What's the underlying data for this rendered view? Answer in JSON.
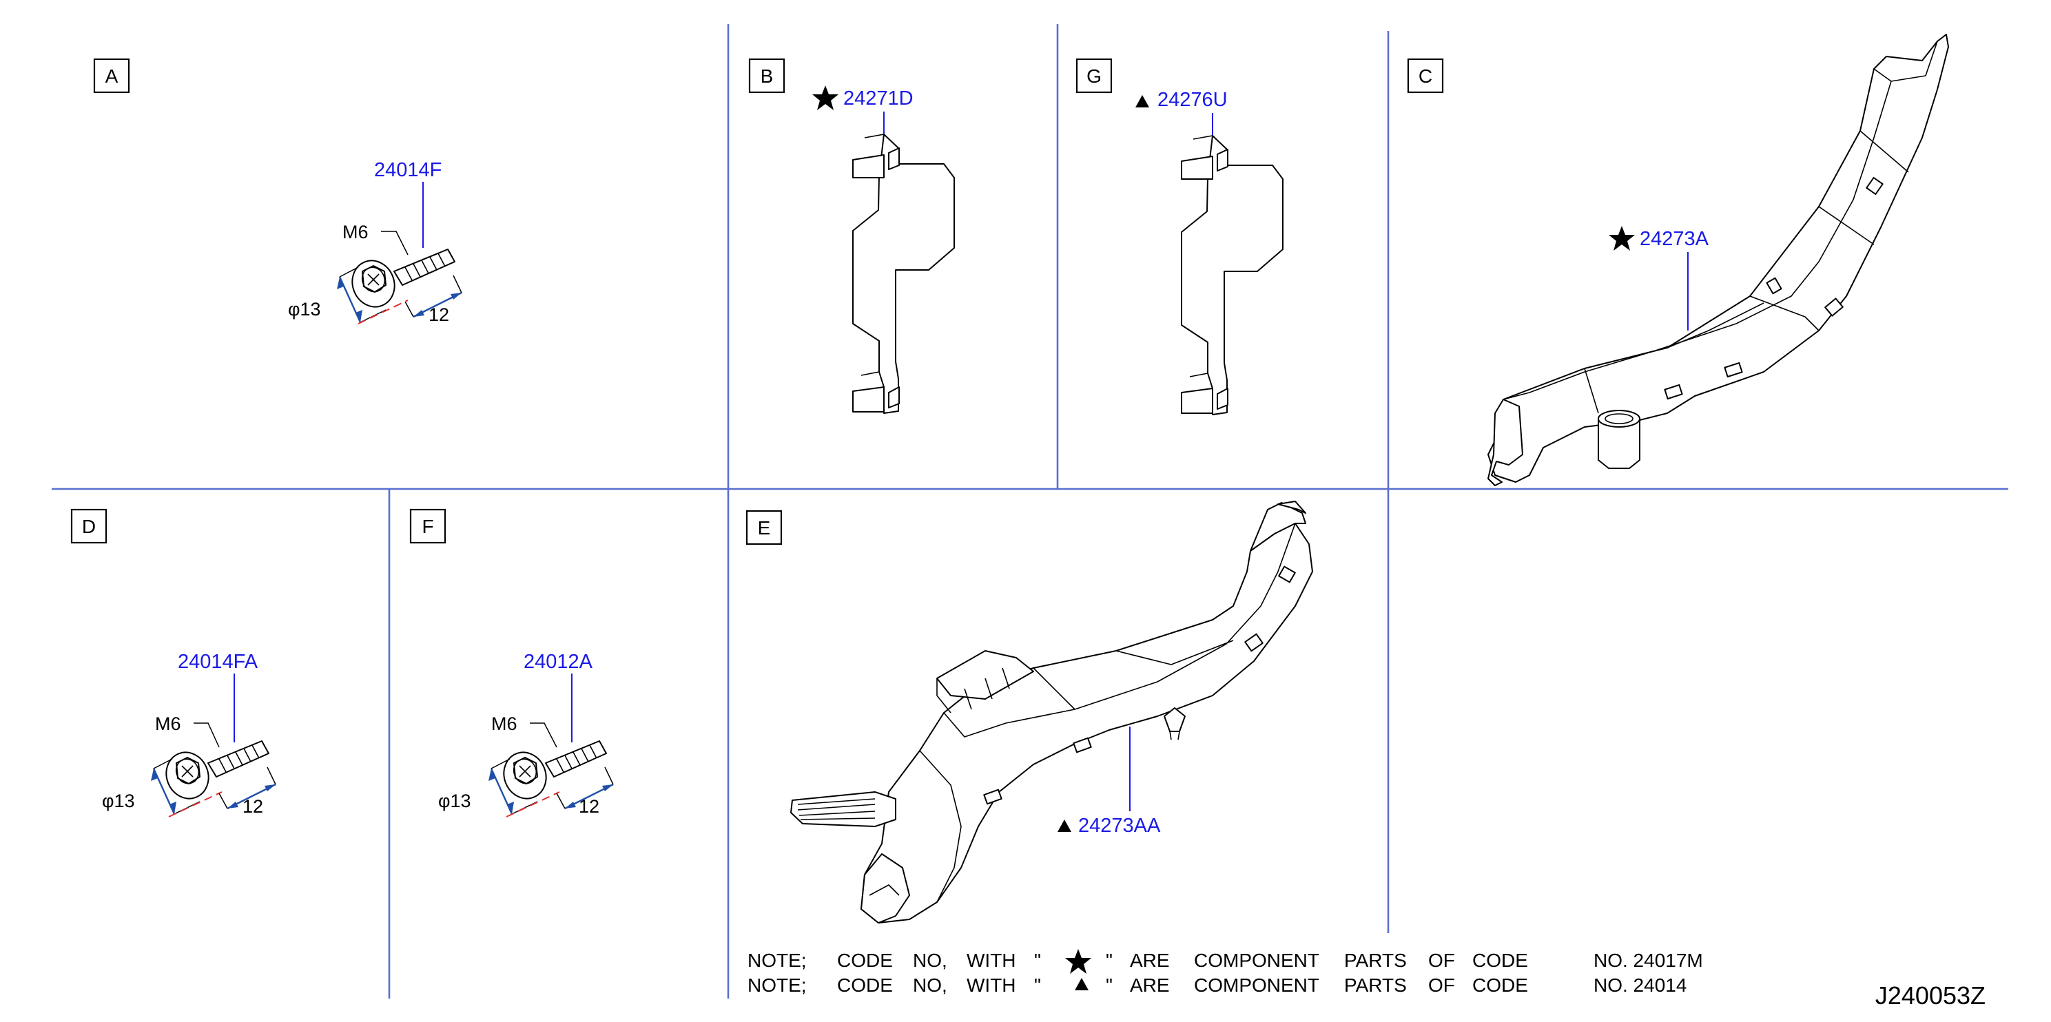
{
  "panels": {
    "a": {
      "letter": "A",
      "part_number": "24014F",
      "thread": "M6",
      "diameter": "φ13",
      "length": "12"
    },
    "b": {
      "letter": "B",
      "part_number": "24271D",
      "marker": "star-icon"
    },
    "g": {
      "letter": "G",
      "part_number": "24276U",
      "marker": "triangle-icon"
    },
    "c": {
      "letter": "C",
      "part_number": "24273A",
      "marker": "star-icon"
    },
    "d": {
      "letter": "D",
      "part_number": "24014FA",
      "thread": "M6",
      "diameter": "φ13",
      "length": "12"
    },
    "f": {
      "letter": "F",
      "part_number": "24012A",
      "thread": "M6",
      "diameter": "φ13",
      "length": "12"
    },
    "e": {
      "letter": "E",
      "part_number": "24273AA",
      "marker": "triangle-icon"
    }
  },
  "notes": [
    {
      "prefix": "NOTE;",
      "w1": "CODE",
      "w2": "NO,",
      "w3": "WITH",
      "q1": "\"",
      "marker": "star-icon",
      "q2": "\"",
      "w4": "ARE",
      "w5": "COMPONENT",
      "w6": "PARTS",
      "w7": "OF",
      "w8": "CODE",
      "code": "NO. 24017M"
    },
    {
      "prefix": "NOTE;",
      "w1": "CODE",
      "w2": "NO,",
      "w3": "WITH",
      "q1": "\"",
      "marker": "triangle-icon",
      "q2": "\"",
      "w4": "ARE",
      "w5": "COMPONENT",
      "w6": "PARTS",
      "w7": "OF",
      "w8": "CODE",
      "code": "NO. 24014"
    }
  ],
  "diagram_code": "J240053Z",
  "colors": {
    "label_blue": "#1a1ae6",
    "divider_blue": "#5a6fd0",
    "dimension_blue": "#1f4fa8",
    "center_red": "#e03030"
  }
}
